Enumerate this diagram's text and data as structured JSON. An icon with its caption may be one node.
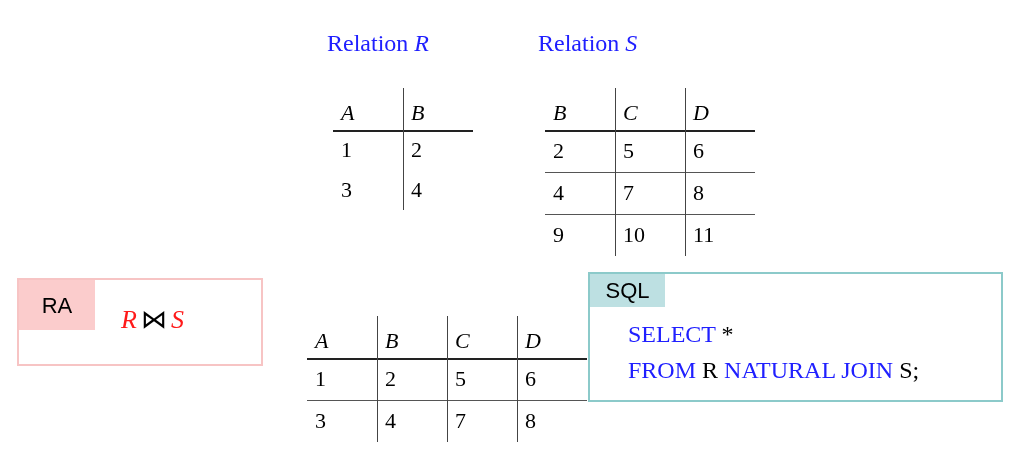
{
  "diagram": {
    "nodes": [
      {
        "text": [
          "RA",
          "R",
          "⋈",
          "S"
        ]
      },
      {
        "text": [
          "SQL",
          "SELECT *",
          "FROM R NATURAL JOIN S;"
        ]
      }
    ],
    "edges": [],
    "labels": [
      "Relation *R*",
      "Relation *S*",
      "A",
      "B",
      "1",
      "2",
      "3",
      "4",
      "B",
      "C",
      "D",
      "2",
      "5",
      "6",
      "4",
      "7",
      "8",
      "9",
      "10",
      "11",
      "A",
      "B",
      "C",
      "D",
      "1",
      "2",
      "5",
      "6",
      "3",
      "4",
      "7",
      "8"
    ]
  }
}
